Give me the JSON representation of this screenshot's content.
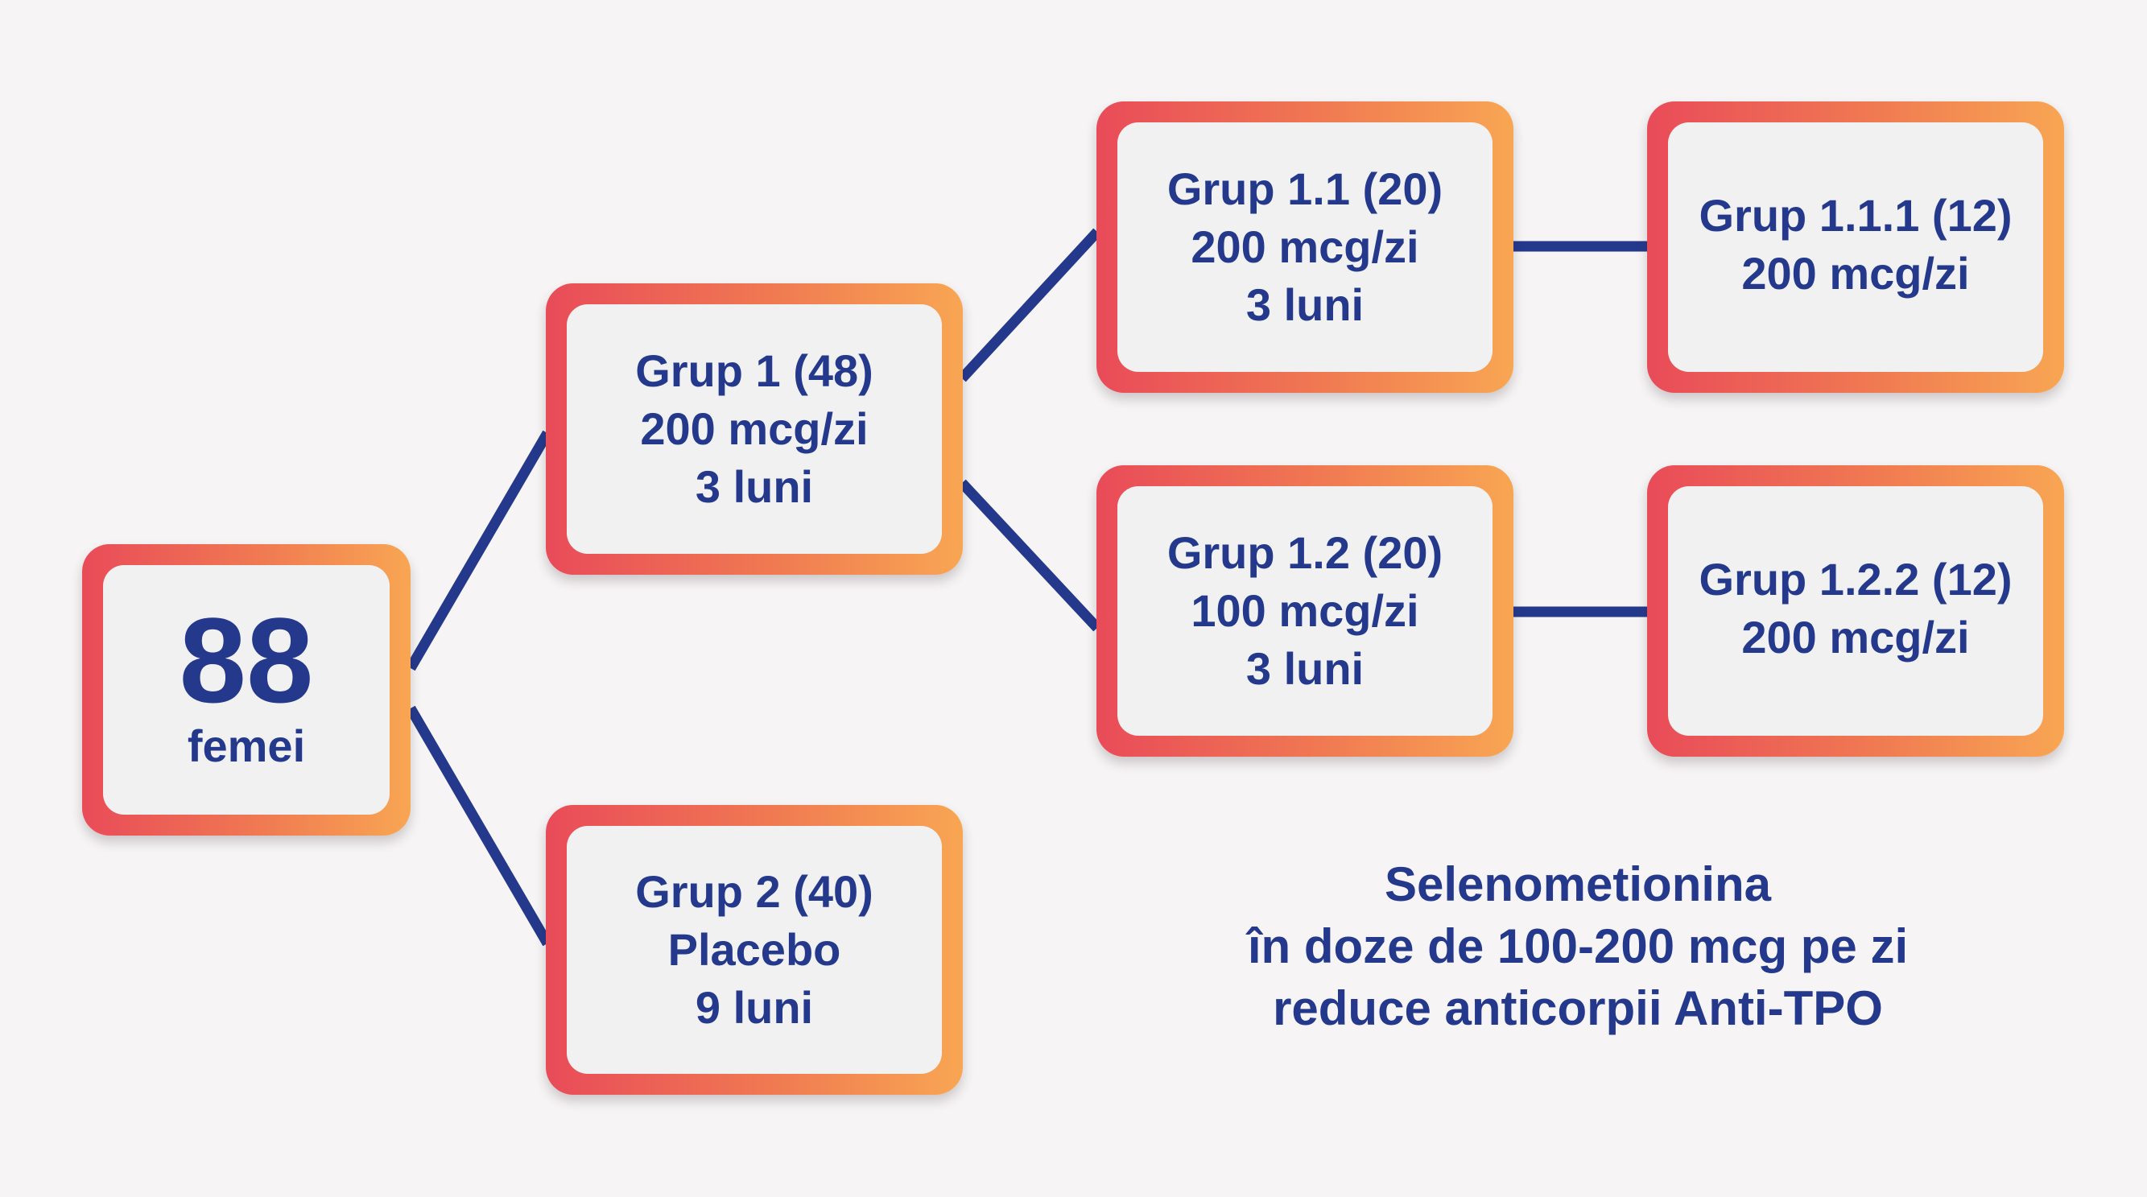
{
  "colors": {
    "background": "#f6f4f5",
    "text": "#24398c",
    "connector": "#24398c",
    "border_start": "#e94b59",
    "border_end": "#f8a653",
    "box_fill": "#f1f1f2"
  },
  "root": {
    "number": "88",
    "label": "femei"
  },
  "groups": {
    "g1": [
      "Grup 1 (48)",
      "200 mcg/zi",
      "3 luni"
    ],
    "g2": [
      "Grup 2 (40)",
      "Placebo",
      "9 luni"
    ],
    "g11": [
      "Grup 1.1 (20)",
      "200 mcg/zi",
      "3 luni"
    ],
    "g12": [
      "Grup 1.2 (20)",
      "100 mcg/zi",
      "3 luni"
    ],
    "g111": [
      "Grup 1.1.1 (12)",
      "200 mcg/zi"
    ],
    "g122": [
      "Grup 1.2.2 (12)",
      "200 mcg/zi"
    ]
  },
  "caption": [
    "Selenometionina",
    "în doze de 100-200 mcg pe zi",
    "reduce anticorpii Anti-TPO"
  ]
}
